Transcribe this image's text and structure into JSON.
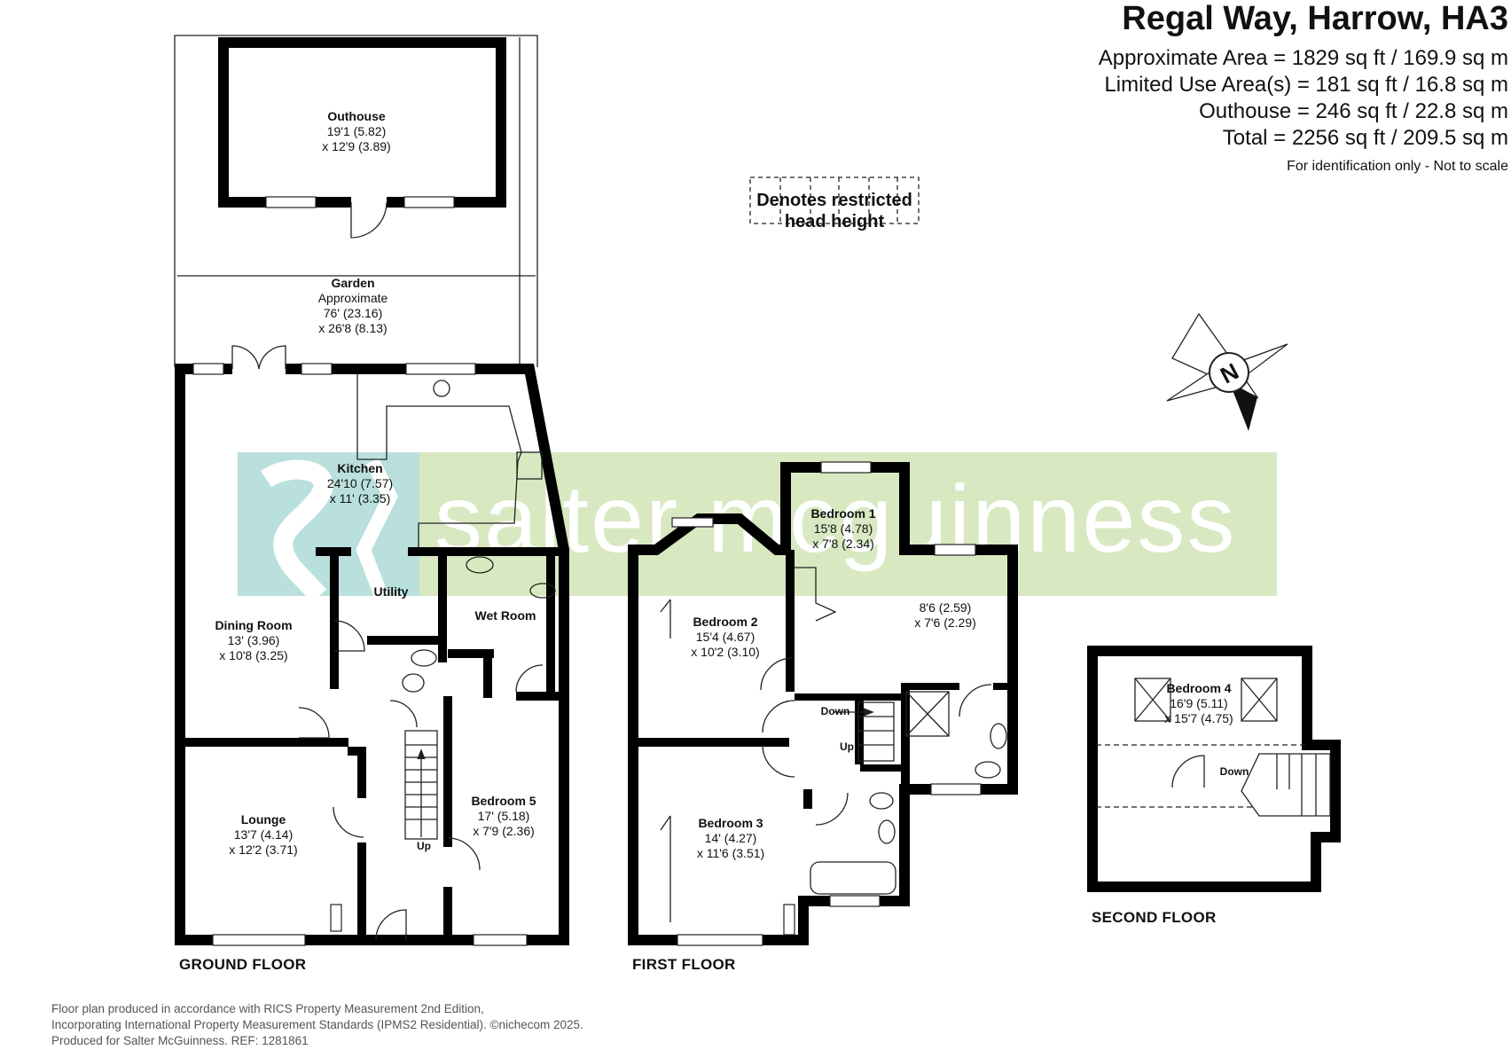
{
  "header": {
    "title": "Regal Way, Harrow, HA3",
    "lines": [
      "Approximate Area = 1829 sq ft / 169.9 sq m",
      "Limited Use Area(s) = 181  sq ft / 16.8 sq m",
      "Outhouse = 246 sq ft / 22.8 sq m",
      "Total = 2256 sq ft / 209.5 sq m"
    ],
    "note": "For identification only - Not to scale"
  },
  "legend": {
    "line1": "Denotes restricted",
    "line2": "head height"
  },
  "compass": {
    "label": "N"
  },
  "watermark": {
    "text": "salter mcguinness",
    "color": "#cfe3b4",
    "logo_color": "#a8d8d4"
  },
  "floors": {
    "ground": "GROUND FLOOR",
    "first": "FIRST FLOOR",
    "second": "SECOND FLOOR"
  },
  "rooms": {
    "outhouse": {
      "name": "Outhouse",
      "dim1": "19'1 (5.82)",
      "dim2": "x 12'9 (3.89)"
    },
    "garden": {
      "name": "Garden",
      "dim0": "Approximate",
      "dim1": "76' (23.16)",
      "dim2": "x 26'8 (8.13)"
    },
    "kitchen": {
      "name": "Kitchen",
      "dim1": "24'10 (7.57)",
      "dim2": "x 11' (3.35)"
    },
    "utility": {
      "name": "Utility"
    },
    "wet_room": {
      "name": "Wet Room"
    },
    "dining": {
      "name": "Dining Room",
      "dim1": "13' (3.96)",
      "dim2": "x 10'8 (3.25)"
    },
    "lounge": {
      "name": "Lounge",
      "dim1": "13'7 (4.14)",
      "dim2": "x 12'2 (3.71)"
    },
    "bedroom5": {
      "name": "Bedroom 5",
      "dim1": "17' (5.18)",
      "dim2": "x 7'9 (2.36)"
    },
    "bedroom1": {
      "name": "Bedroom 1",
      "dim1": "15'8 (4.78)",
      "dim2": "x 7'8 (2.34)"
    },
    "bed1_ext": {
      "dim1": "8'6 (2.59)",
      "dim2": "x 7'6 (2.29)"
    },
    "bedroom2": {
      "name": "Bedroom 2",
      "dim1": "15'4 (4.67)",
      "dim2": "x 10'2 (3.10)"
    },
    "bedroom3": {
      "name": "Bedroom 3",
      "dim1": "14' (4.27)",
      "dim2": "x 11'6 (3.51)"
    },
    "bedroom4": {
      "name": "Bedroom 4",
      "dim1": "16'9 (5.11)",
      "dim2": "x 15'7 (4.75)"
    }
  },
  "stairs": {
    "up": "Up",
    "down": "Down"
  },
  "footer": {
    "line1": "Floor plan produced in accordance with RICS Property Measurement 2nd Edition,",
    "line2": "Incorporating International Property Measurement Standards (IPMS2 Residential).  ©nichecom 2025.",
    "line3": "Produced for Salter McGuinness.   REF: 1281861"
  }
}
